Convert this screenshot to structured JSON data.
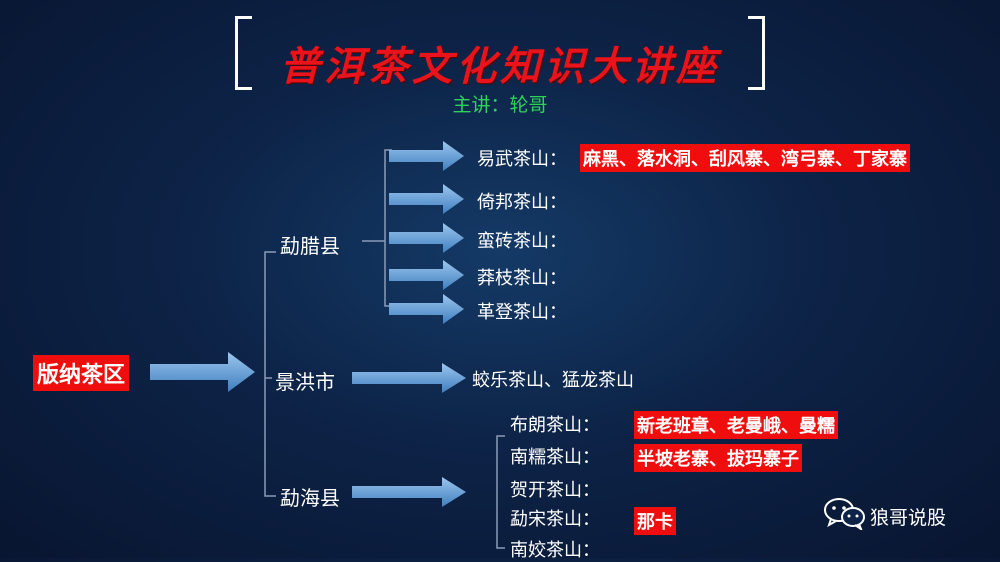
{
  "title": "普洱茶文化知识大讲座",
  "subtitle": "主讲：轮哥",
  "root": "版纳茶区",
  "branches": [
    {
      "name": "勐腊县",
      "mountains": [
        {
          "name": "易武茶山：",
          "villages": "麻黑、落水洞、刮风寨、湾弓寨、丁家寨"
        },
        {
          "name": "倚邦茶山：",
          "villages": ""
        },
        {
          "name": "蛮砖茶山：",
          "villages": ""
        },
        {
          "name": "莽枝茶山：",
          "villages": ""
        },
        {
          "name": "革登茶山：",
          "villages": ""
        }
      ]
    },
    {
      "name": "景洪市",
      "mountains": [
        {
          "name": "蛟乐茶山、猛龙茶山",
          "villages": ""
        }
      ]
    },
    {
      "name": "勐海县",
      "mountains": [
        {
          "name": "布朗茶山：",
          "villages": "新老班章、老曼峨、曼糯"
        },
        {
          "name": "南糯茶山：",
          "villages": "半坡老寨、拔玛寨子"
        },
        {
          "name": "贺开茶山：",
          "villages": ""
        },
        {
          "name": "勐宋茶山：",
          "villages": "那卡"
        },
        {
          "name": "南姣茶山：",
          "villages": ""
        }
      ]
    }
  ],
  "watermark": "狼哥说股",
  "colors": {
    "title": "#e8131b",
    "subtitle": "#2fd35c",
    "highlight": "#f00d0d",
    "arrow": "#5b9bd5",
    "background": "#0d2347"
  },
  "icons": [
    "wechat-icon"
  ]
}
